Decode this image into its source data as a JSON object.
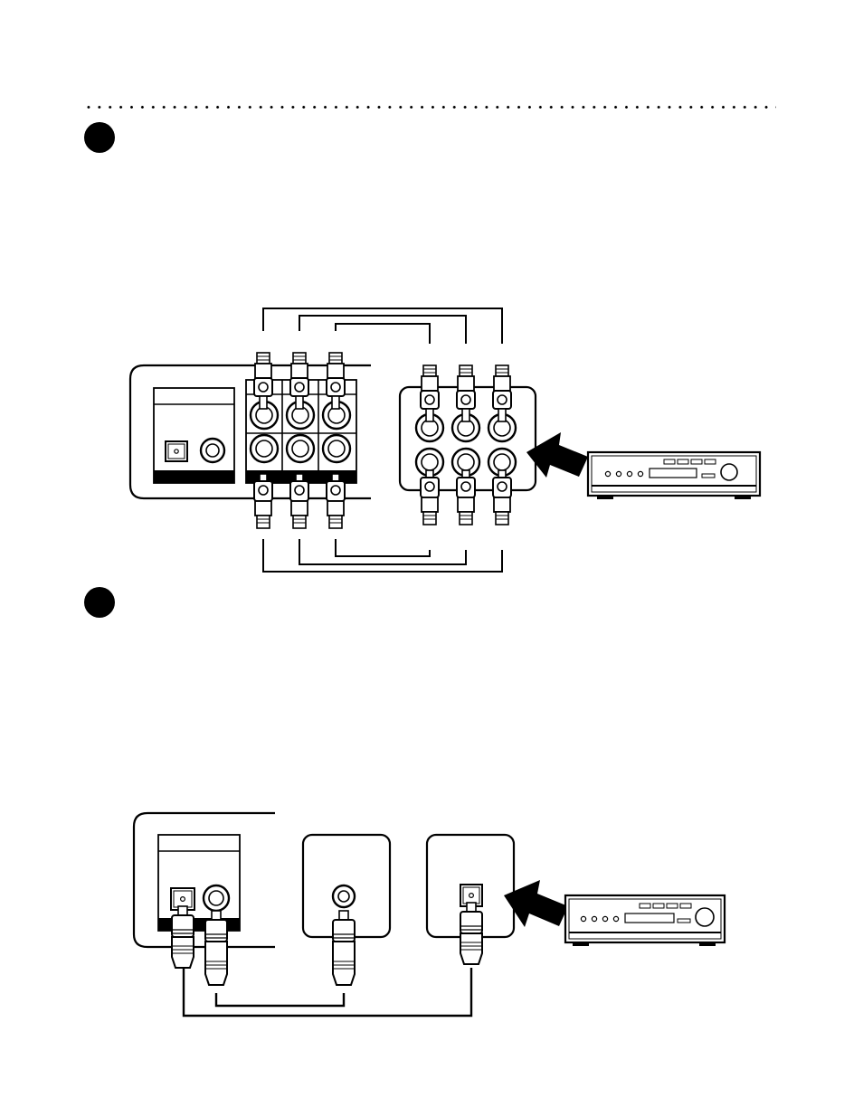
{
  "page": {
    "steps": [
      {
        "marker": "step-1-bullet"
      },
      {
        "marker": "step-2-bullet"
      }
    ],
    "figures": [
      {
        "name": "component-audio-connection-diagram",
        "icon": "stereo-receiver-icon"
      },
      {
        "name": "digital-audio-connection-diagram",
        "icon": "stereo-receiver-icon"
      }
    ],
    "colors": {
      "ink": "#000000",
      "paper": "#ffffff"
    }
  }
}
